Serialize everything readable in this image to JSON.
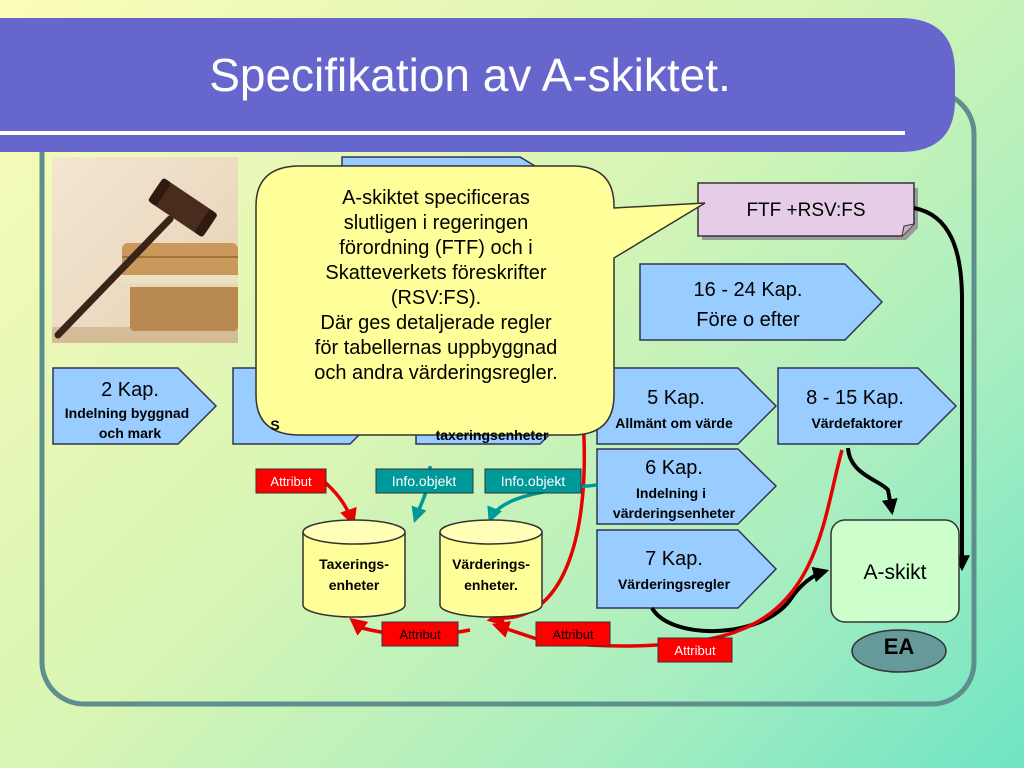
{
  "title": "Specifikation av A-skiktet.",
  "callout": {
    "lines": [
      "A-skiktet specificeras",
      "slutligen i regeringen",
      "förordning (FTF) och i",
      "Skatteverkets föreskrifter",
      "(RSV:FS).",
      "Där ges detaljerade regler",
      "för tabellernas uppbyggnad",
      "och andra värderingsregler."
    ]
  },
  "note_ftf": "FTF +RSV:FS",
  "chapters": {
    "kap16_24": {
      "title": "16 - 24 Kap.",
      "sub": "Före o efter"
    },
    "kap2": {
      "title": "2 Kap.",
      "sub1": "Indelning byggnad",
      "sub2": "och mark"
    },
    "kap3_partial": "S",
    "kap4_partial": "taxeringsenheter",
    "kap5": {
      "title": "5 Kap.",
      "sub": "Allmänt om värde"
    },
    "kap8_15": {
      "title": "8 - 15 Kap.",
      "sub": "Värdefaktorer"
    },
    "kap6": {
      "title": "6 Kap.",
      "sub1": "Indelning i",
      "sub2": "värderingsenheter"
    },
    "kap7": {
      "title": "7 Kap.",
      "sub": "Värderingsregler"
    }
  },
  "tags": {
    "attribut": "Attribut",
    "info_objekt": "Info.objekt"
  },
  "databases": {
    "taxering": {
      "line1": "Taxerings-",
      "line2": "enheter"
    },
    "vardering": {
      "line1": "Värderings-",
      "line2": "enheter."
    }
  },
  "a_skikt": "A-skikt",
  "ea": "EA",
  "colors": {
    "title_bar": "#6666cc",
    "chapter_fill": "#99ccff",
    "callout_fill": "#ffff99",
    "note_fill": "#e6cce6",
    "attribut_fill": "#ff0000",
    "info_fill": "#009999",
    "db_fill": "#ffff99",
    "a_skikt_fill": "#ccffcc",
    "ea_fill": "#669999",
    "red_line": "#e60000",
    "teal_line": "#009999"
  }
}
